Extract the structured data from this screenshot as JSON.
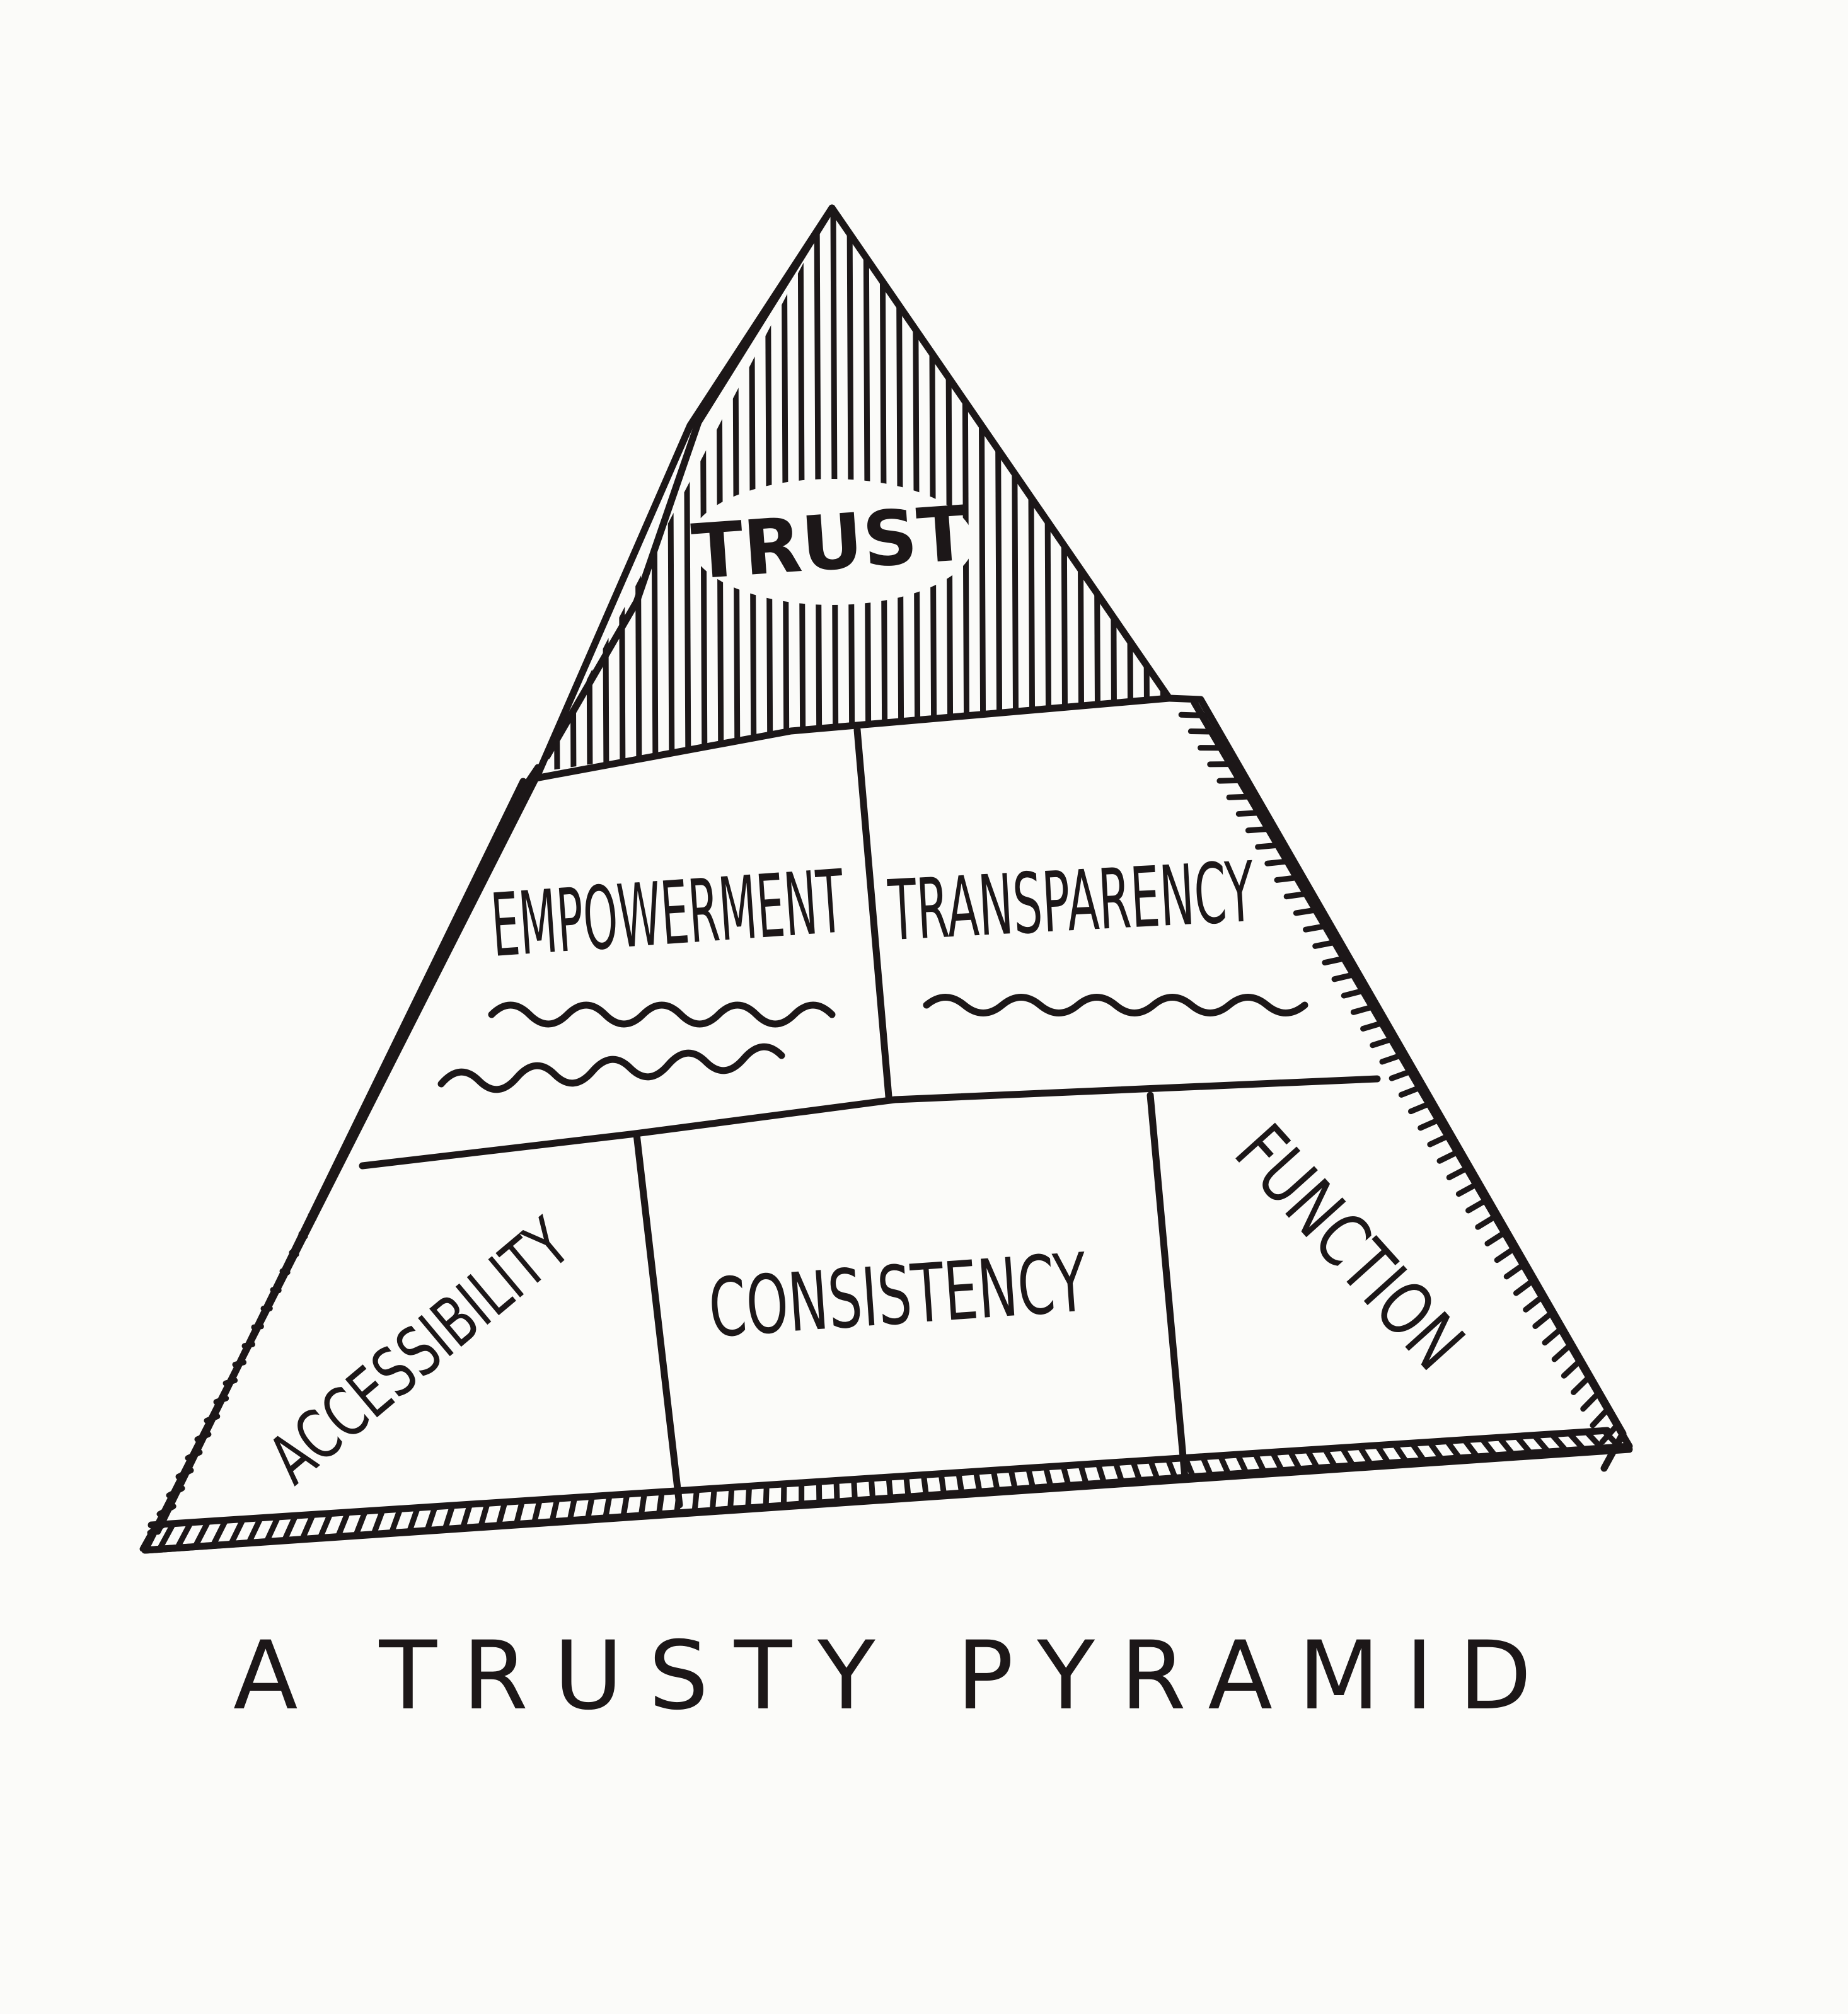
{
  "diagram": {
    "apex_label": "TRUST",
    "middle_tier": {
      "left_label": "EMPOWERMENT",
      "right_label": "TRANSPARENCY"
    },
    "bottom_tier": {
      "left_label": "ACCESSIBILITY",
      "center_label": "CONSISTENCY",
      "right_label": "FUNCTION"
    },
    "caption": "A TRUSTY PYRAMID"
  },
  "colors": {
    "ink": "#1c1718",
    "paper": "#fbfbf9"
  }
}
